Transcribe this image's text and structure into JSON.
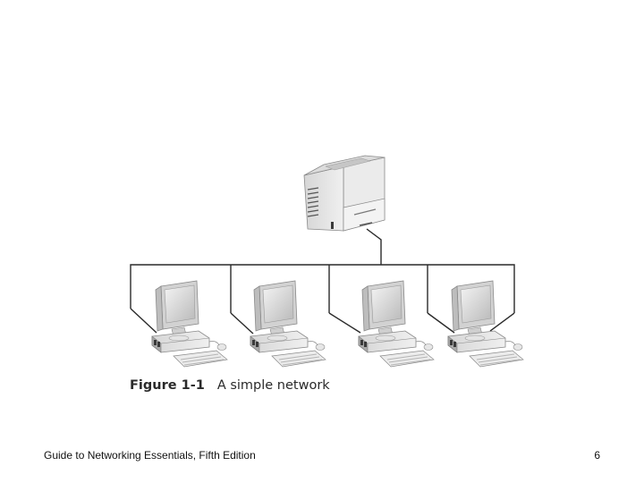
{
  "figure": {
    "label": "Figure 1-1",
    "title": "A simple network",
    "devices": [
      {
        "type": "printer",
        "icon": "printer-icon"
      },
      {
        "type": "computer",
        "icon": "desktop-computer-icon"
      },
      {
        "type": "computer",
        "icon": "desktop-computer-icon"
      },
      {
        "type": "computer",
        "icon": "desktop-computer-icon"
      },
      {
        "type": "computer",
        "icon": "desktop-computer-icon"
      }
    ]
  },
  "footer": {
    "book_title": "Guide to Networking Essentials, Fifth Edition",
    "page_number": "6"
  },
  "colors": {
    "cable": "#2a2a2a",
    "device_light": "#e9e9e9",
    "device_mid": "#c4c4c4",
    "device_dark": "#7a7a7a",
    "text": "#111111"
  }
}
